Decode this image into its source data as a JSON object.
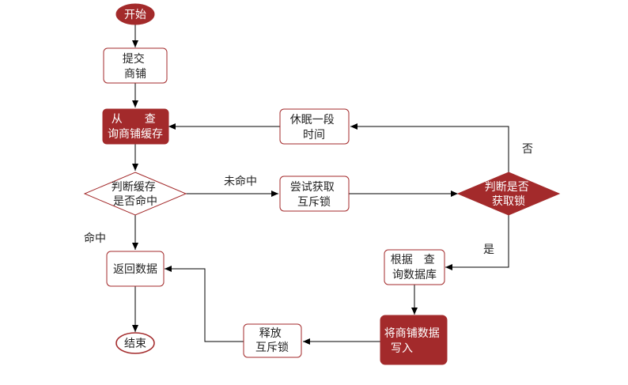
{
  "colors": {
    "dark_fill": "#a32a2b",
    "border": "#a32a2b",
    "line": "#000000",
    "light_text": "#ffffff",
    "dark_text": "#222222"
  },
  "nodes": {
    "start": [
      "开始"
    ],
    "submit_shop": [
      "提交",
      "商铺"
    ],
    "query_cache": [
      "从　　查",
      "询商铺缓存"
    ],
    "check_cache": [
      "判断缓存",
      "是否命中"
    ],
    "try_lock": [
      "尝试获取",
      "互斥锁"
    ],
    "check_lock": [
      "判断是否",
      "获取锁"
    ],
    "sleep": [
      "休眠一段",
      "时间"
    ],
    "return_data": [
      "返回数据"
    ],
    "end": [
      "结束"
    ],
    "query_db": [
      "根据　查",
      "询数据库"
    ],
    "write_cache": [
      "将商铺数据",
      "写入"
    ],
    "release_lock": [
      "释放",
      "互斥锁"
    ]
  },
  "edge_labels": {
    "miss": "未命中",
    "hit": "命中",
    "no": "否",
    "yes": "是"
  }
}
